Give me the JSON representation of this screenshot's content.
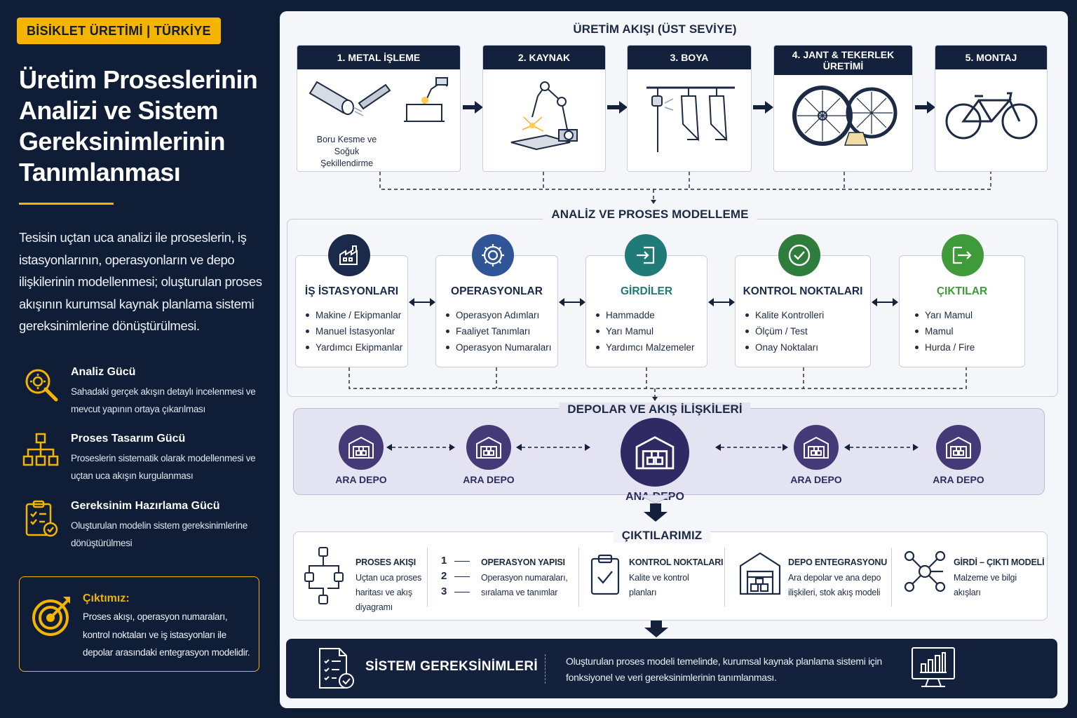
{
  "left": {
    "tag": "BİSİKLET ÜRETİMİ  |  TÜRKİYE",
    "title": "Üretim Proseslerinin Analizi ve Sistem Gereksinimlerinin Tanımlanması",
    "intro": "Tesisin uçtan uca analizi ile proseslerin, iş istasyonlarının, operasyonların ve depo ilişkilerinin modellenmesi; oluşturulan proses akışının kurumsal kaynak planlama sistemi gereksinimlerine dönüştürülmesi.",
    "capabilities": [
      {
        "icon": "magnifier-gear-icon",
        "title": "Analiz Gücü",
        "desc": "Sahadaki gerçek akışın detaylı incelenmesi ve mevcut yapının ortaya çıkarılması"
      },
      {
        "icon": "org-chart-icon",
        "title": "Proses Tasarım Gücü",
        "desc": "Proseslerin sistematik olarak modellenmesi ve uçtan uca akışın kurgulanması"
      },
      {
        "icon": "clipboard-check-icon",
        "title": "Gereksinim Hazırlama Gücü",
        "desc": "Oluşturulan modelin sistem gereksinimlerine dönüştürülmesi"
      }
    ],
    "output": {
      "title": "Çıktımız:",
      "desc": "Proses akışı, operasyon numaraları, kontrol noktaları ve iş istasyonları ile depolar arasındaki entegrasyon modelidir."
    }
  },
  "flow": {
    "title": "ÜRETİM AKIŞI (ÜST SEVİYE)",
    "stages": [
      {
        "title": "1. METAL İŞLEME",
        "note": "Boru Kesme ve Soğuk Şekillendirme",
        "icon": "tube-cutting-icon"
      },
      {
        "title": "2. KAYNAK",
        "icon": "welding-robot-icon"
      },
      {
        "title": "3. BOYA",
        "icon": "paint-line-icon"
      },
      {
        "title": "4. JANT & TEKERLEK ÜRETİMİ",
        "icon": "wheel-icon"
      },
      {
        "title": "5. MONTAJ",
        "icon": "bicycle-icon"
      }
    ]
  },
  "modeling": {
    "title": "ANALİZ VE PROSES MODELLEME",
    "cards": [
      {
        "title": "İŞ İSTASYONLARI",
        "color": "#1b2a4a",
        "icon": "factory-icon",
        "items": [
          "Makine / Ekipmanlar",
          "Manuel İstasyonlar",
          "Yardımcı Ekipmanlar"
        ]
      },
      {
        "title": "OPERASYONLAR",
        "color": "#2f5597",
        "icon": "gear-icon",
        "items": [
          "Operasyon Adımları",
          "Faaliyet Tanımları",
          "Operasyon Numaraları"
        ]
      },
      {
        "title": "GİRDİLER",
        "color": "#1f7a78",
        "icon": "input-icon",
        "items": [
          "Hammadde",
          "Yarı Mamul",
          "Yardımcı Malzemeler"
        ]
      },
      {
        "title": "KONTROL NOKTALARI",
        "color": "#2e7d3c",
        "icon": "check-circle-icon",
        "items": [
          "Kalite Kontrolleri",
          "Ölçüm / Test",
          "Onay Noktaları"
        ]
      },
      {
        "title": "ÇIKTILAR",
        "color": "#3f9a3a",
        "icon": "output-icon",
        "items": [
          "Yarı Mamul",
          "Mamul",
          "Hurda / Fire"
        ]
      }
    ]
  },
  "depots": {
    "title": "DEPOLAR VE AKIŞ İLİŞKİLERİ",
    "items": [
      {
        "label": "ARA DEPO"
      },
      {
        "label": "ARA DEPO"
      },
      {
        "label": "ANA DEPO"
      },
      {
        "label": "ARA DEPO"
      },
      {
        "label": "ARA DEPO"
      }
    ]
  },
  "outputs": {
    "title": "ÇIKTILARIMIZ",
    "items": [
      {
        "title": "PROSES AKIŞI",
        "desc": "Uçtan uca proses haritası ve akış diyagramı",
        "icon": "flow-map-icon"
      },
      {
        "title": "OPERASYON YAPISI",
        "desc": "Operasyon numaraları, sıralama ve tanımlar",
        "icon": "numbered-list-icon",
        "numbers": [
          "1",
          "2",
          "3"
        ]
      },
      {
        "title": "KONTROL NOKTALARI",
        "desc": "Kalite ve kontrol planları",
        "icon": "clipboard-check-icon"
      },
      {
        "title": "DEPO ENTEGRASYONU",
        "desc": "Ara depolar ve ana depo ilişkileri, stok akış modeli",
        "icon": "warehouse-icon"
      },
      {
        "title": "GİRDİ – ÇIKTI MODELİ",
        "desc": "Malzeme ve bilgi akışları",
        "icon": "network-icon"
      }
    ]
  },
  "system": {
    "title": "SİSTEM GEREKSİNİMLERİ",
    "desc": "Oluşturulan proses modeli temelinde, kurumsal kaynak planlama sistemi için fonksiyonel ve veri gereksinimlerinin tanımlanması.",
    "icon_left": "requirements-doc-icon",
    "icon_right": "monitor-chart-icon"
  },
  "colors": {
    "navy": "#0f1d36",
    "accent": "#f4b400",
    "depot_purple": "#443a78"
  }
}
